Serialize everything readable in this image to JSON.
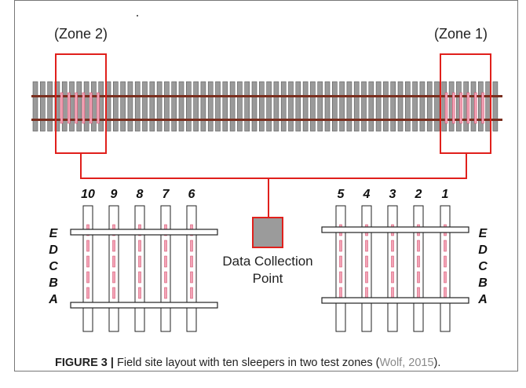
{
  "zones": {
    "zone2_label": "(Zone 2)",
    "zone1_label": "(Zone 1)"
  },
  "left_group": {
    "sleeper_numbers": [
      "10",
      "9",
      "8",
      "7",
      "6"
    ],
    "row_labels": [
      "E",
      "D",
      "C",
      "B",
      "A"
    ]
  },
  "right_group": {
    "sleeper_numbers": [
      "5",
      "4",
      "3",
      "2",
      "1"
    ],
    "row_labels": [
      "E",
      "D",
      "C",
      "B",
      "A"
    ]
  },
  "data_collection": {
    "line1": "Data Collection",
    "line2": "Point"
  },
  "caption": {
    "figure_label": "FIGURE 3 |",
    "text": " Field site layout with ten sleepers in two test zones (",
    "citation": "Wolf, 2015",
    "tail": ")."
  },
  "colors": {
    "zone_box": "#e0201c",
    "rail": "#7a2e1e",
    "tie_fill": "#9a9a9a",
    "gauge_fill": "#f3a3b6",
    "dcp_fill": "#9b9b9b"
  }
}
